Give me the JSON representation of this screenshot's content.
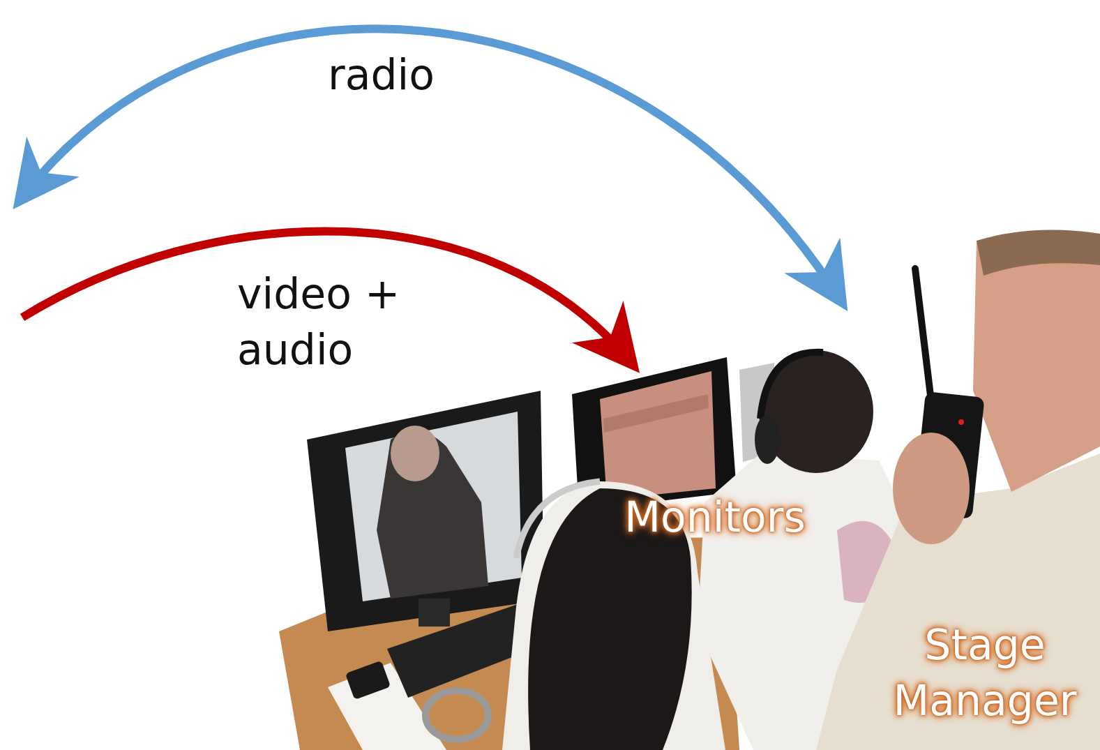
{
  "diagram": {
    "labels": [
      "radio",
      "video + audio",
      "Monitors",
      "Stage Manager"
    ]
  }
}
